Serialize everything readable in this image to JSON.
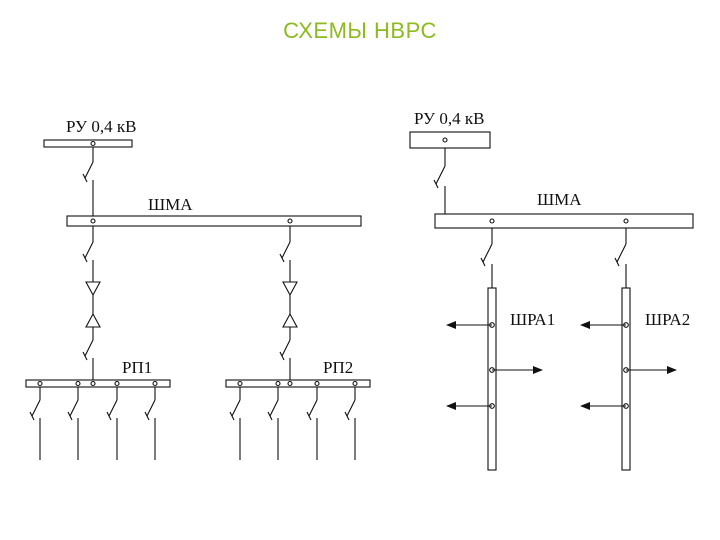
{
  "title": "СХЕМЫ НВРС",
  "left_scheme": {
    "source_label": "РУ 0,4 кВ",
    "busbar_label": "ШМА",
    "panel_1_label": "РП1",
    "panel_2_label": "РП2"
  },
  "right_scheme": {
    "source_label": "РУ 0,4 кВ",
    "busbar_label": "ШМА",
    "riser_1_label": "ШРА1",
    "riser_2_label": "ШРА2"
  },
  "colors": {
    "title": "#8dbb1e",
    "lines": "#111111"
  }
}
